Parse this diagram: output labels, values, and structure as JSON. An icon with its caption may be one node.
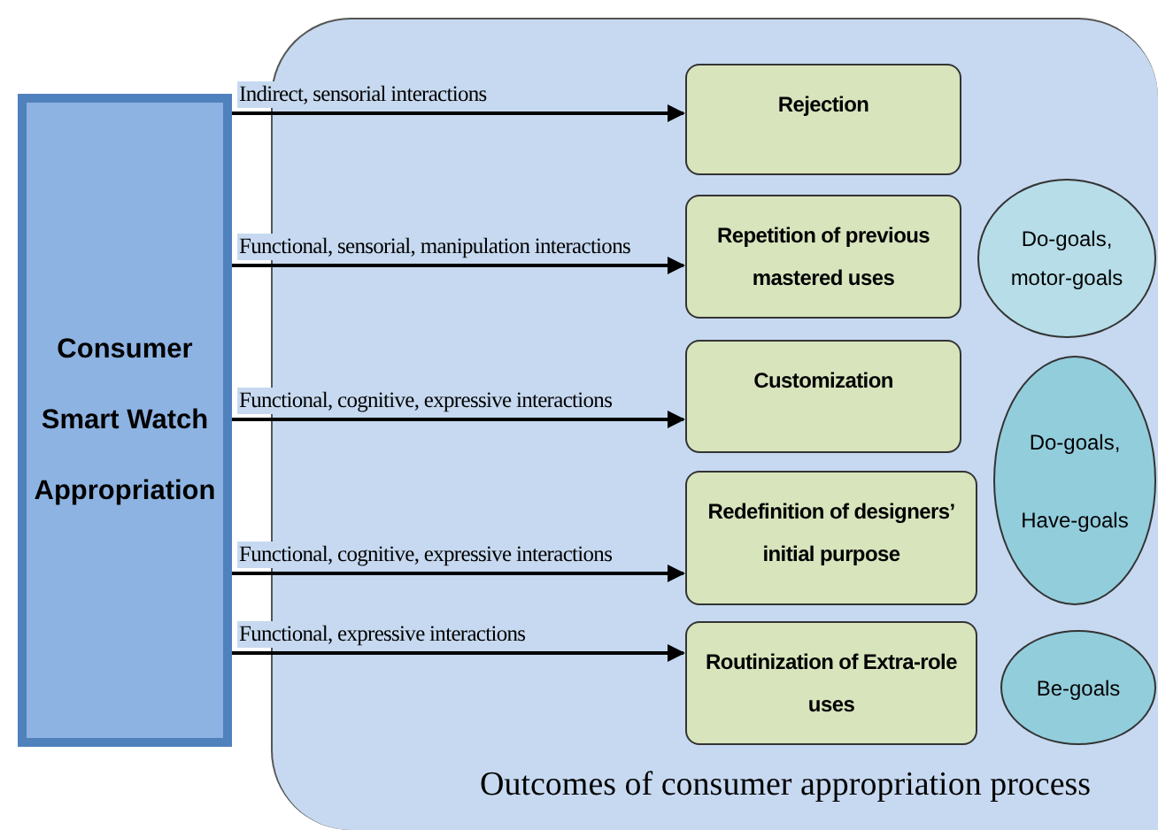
{
  "diagram": {
    "nodes": [
      {
        "text": [
          "Consumer",
          "Smart Watch",
          "Appropriation"
        ]
      },
      {
        "text": [
          "Outcomes of consumer appropriation process"
        ]
      },
      {
        "text": [
          "Rejection"
        ],
        "in": 1
      },
      {
        "text": [
          "Repetition of previous mastered uses"
        ],
        "in": 1
      },
      {
        "text": [
          "Customization"
        ],
        "in": 1
      },
      {
        "text": [
          "Redefinition of designers’ initial purpose"
        ],
        "in": 1
      },
      {
        "text": [
          "Routinization of Extra-role uses"
        ],
        "in": 1
      },
      {
        "text": [
          "Do-goals, motor-goals"
        ],
        "in": 1
      },
      {
        "text": [
          "Do-goals, Have-goals"
        ],
        "in": 1
      },
      {
        "text": [
          "Be-goals"
        ],
        "in": 1
      }
    ],
    "edges": [
      {
        "from": 0,
        "to": 2,
        "arrow": "to",
        "label": "Indirect, sensorial interactions"
      },
      {
        "from": 0,
        "to": 3,
        "arrow": "to",
        "label": "Functional, sensorial, manipulation interactions"
      },
      {
        "from": 0,
        "to": 4,
        "arrow": "to",
        "label": "Functional, cognitive, expressive interactions"
      },
      {
        "from": 0,
        "to": 5,
        "arrow": "to",
        "label": "Functional, cognitive, expressive interactions"
      },
      {
        "from": 0,
        "to": 6,
        "arrow": "to",
        "label": "Functional, expressive interactions"
      }
    ]
  }
}
